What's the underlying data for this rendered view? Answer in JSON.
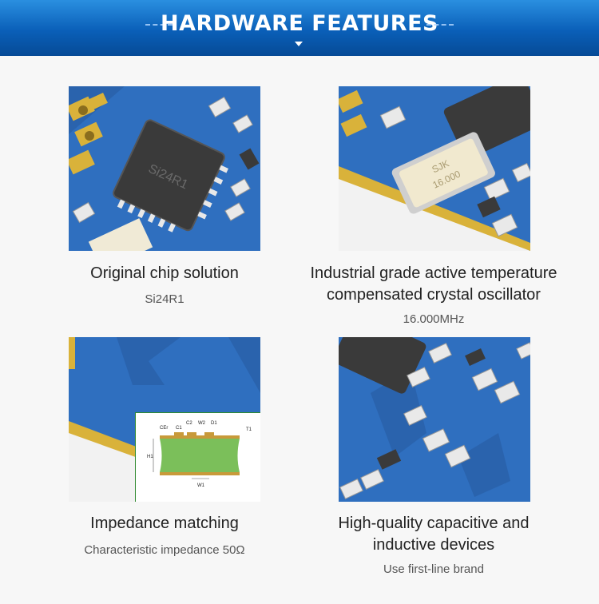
{
  "header": {
    "title": "HARDWARE FEATURES"
  },
  "features": [
    {
      "title": "Original chip solution",
      "subtitle": "Si24R1",
      "chip_label": "Si24R1"
    },
    {
      "title_line1": "Industrial grade active temperature",
      "title_line2": "compensated crystal oscillator",
      "subtitle": "16.000MHz",
      "crystal_brand": "SJK",
      "crystal_freq": "16.000"
    },
    {
      "title": "Impedance matching",
      "subtitle": "Characteristic impedance 50Ω",
      "diagram_labels": {
        "cer": "CEr",
        "c1": "C1",
        "c2": "C2",
        "w2": "W2",
        "d1": "D1",
        "t1": "T1",
        "h1": "H1",
        "w1": "W1"
      }
    },
    {
      "title_line1": "High-quality capacitive and",
      "title_line2": "inductive devices",
      "subtitle": "Use first-line brand"
    }
  ],
  "colors": {
    "banner": "#0a5fb8",
    "pcb": "#2f6fbf",
    "gold": "#d9b23a",
    "chip": "#3a3a3a"
  }
}
